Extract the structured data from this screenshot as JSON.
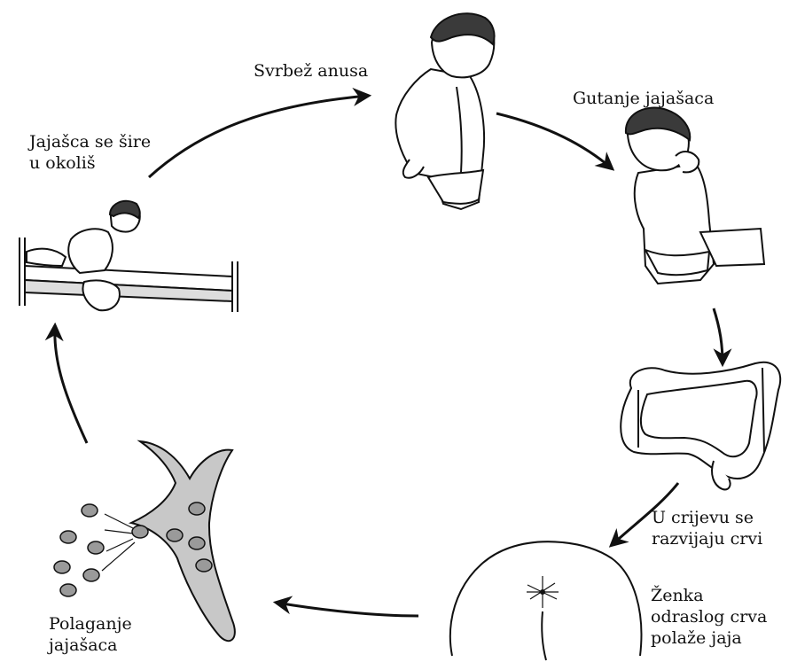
{
  "title": "",
  "stages": [
    {
      "id": "itch",
      "lines": [
        "Svrbež anusa"
      ]
    },
    {
      "id": "swallow",
      "lines": [
        "Gutanje jajašaca"
      ]
    },
    {
      "id": "develop",
      "lines": [
        "U crijevu se",
        "razvijaju crvi"
      ]
    },
    {
      "id": "female",
      "lines": [
        "Ženka",
        "odraslog crva",
        "polaže jaja"
      ]
    },
    {
      "id": "laying",
      "lines": [
        "Polaganje",
        "jajašaca"
      ]
    },
    {
      "id": "spread",
      "lines": [
        "Jajašca se šire",
        "u okoliš"
      ]
    }
  ],
  "illustrations": [
    "boy-scratching",
    "boy-hand-to-mouth",
    "large-intestine",
    "perianal-region",
    "adult-worm-with-eggs",
    "child-on-bed"
  ],
  "colors": {
    "line": "#111111",
    "skin": "#ffffff",
    "hair": "#3a3a3a",
    "worm": "#c8c8c8",
    "egg": "#9a9a9a"
  }
}
